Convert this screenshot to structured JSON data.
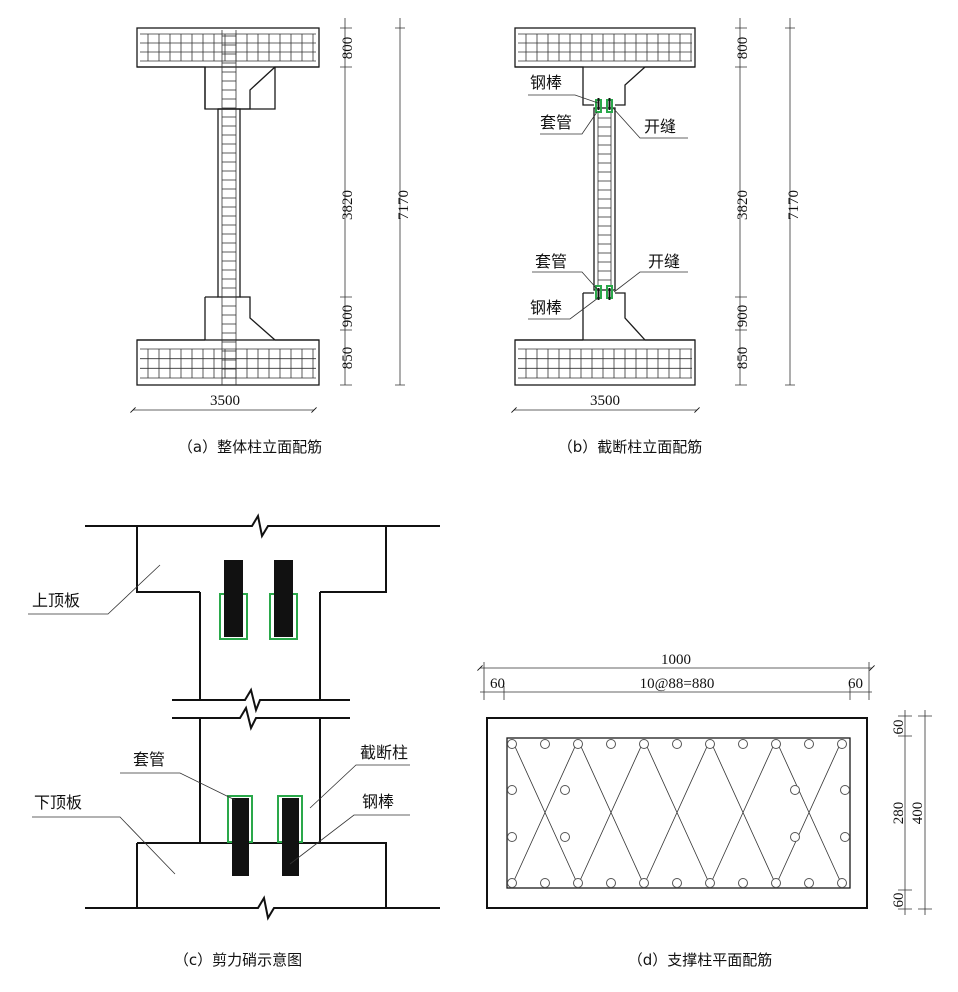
{
  "panel_a": {
    "caption": "（a）整体柱立面配筋",
    "dim_width": "3500",
    "dim_top": "800",
    "dim_mid": "3820",
    "dim_lower_haunch": "900",
    "dim_bottom": "850",
    "dim_total": "7170"
  },
  "panel_b": {
    "caption": "（b）截断柱立面配筋",
    "dim_width": "3500",
    "dim_top": "800",
    "dim_mid": "3820",
    "dim_lower_haunch": "900",
    "dim_bottom": "850",
    "dim_total": "7170",
    "label_rod_top": "钢棒",
    "label_sleeve_top": "套管",
    "label_gap_top": "开缝",
    "label_sleeve_bottom": "套管",
    "label_gap_bottom": "开缝",
    "label_rod_bottom": "钢棒"
  },
  "panel_c": {
    "caption": "（c）剪力硝示意图",
    "label_upper_slab": "上顶板",
    "label_lower_slab": "下顶板",
    "label_sleeve": "套管",
    "label_cut_column": "截断柱",
    "label_rod": "钢棒"
  },
  "panel_d": {
    "caption": "（d）支撑柱平面配筋",
    "dim_total_width": "1000",
    "dim_spacing": "10@88=880",
    "dim_left_cover": "60",
    "dim_right_cover": "60",
    "dim_top_cover": "60",
    "dim_core_height": "280",
    "dim_total_height": "400",
    "dim_bottom_cover": "60"
  },
  "colors": {
    "line": "#1a1a1a",
    "sleeve_green": "#2aa84a",
    "rod_black": "#111111"
  }
}
